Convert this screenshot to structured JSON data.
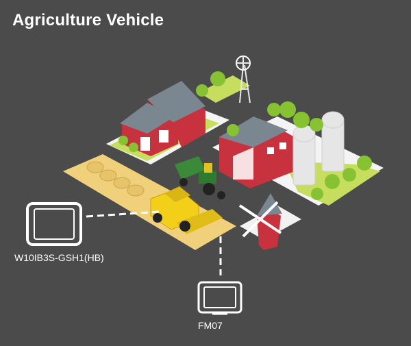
{
  "title": "Agriculture Vehicle",
  "devices": {
    "tablet": {
      "name": "W10IB3S-GSH1(HB)",
      "icon": "tablet-icon"
    },
    "monitor": {
      "name": "FM07",
      "icon": "monitor-icon"
    }
  },
  "colors": {
    "background": "#4b4b4b",
    "connector": "#ffffff",
    "barn_red": "#c8323e",
    "roof_grey": "#7a8690",
    "grass": "#c6dd5e",
    "field": "#f0d07a",
    "tree": "#86c232",
    "harvester": "#f3cf1a",
    "tractor": "#3a8a3a"
  }
}
